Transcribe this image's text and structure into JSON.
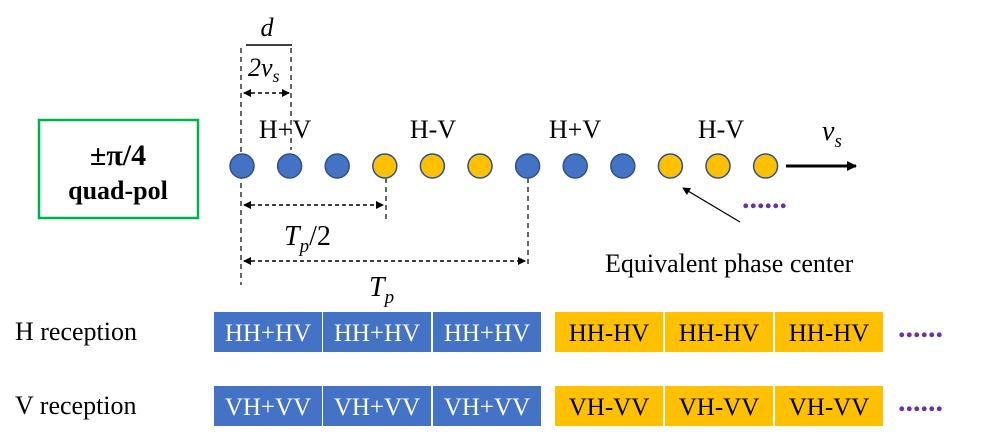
{
  "colors": {
    "blue": "#4472c4",
    "blue_stroke": "#2f528f",
    "yellow": "#ffc000",
    "yellow_stroke": "#2f528f",
    "green": "#00b050",
    "dots": "#7030a0",
    "text": "#000000",
    "box_text": "#ffffff"
  },
  "mode_box": {
    "line1": "±π/4",
    "line2": "quad-pol"
  },
  "delay_label": {
    "numerator": "d",
    "denominator_base": "2v",
    "denominator_sub": "s"
  },
  "velocity_label": {
    "base": "v",
    "sub": "s"
  },
  "group_labels": [
    "H+V",
    "H-V",
    "H+V",
    "H-V"
  ],
  "phase_center_colors": [
    "blue",
    "blue",
    "blue",
    "yellow",
    "yellow",
    "yellow",
    "blue",
    "blue",
    "blue",
    "yellow",
    "yellow",
    "yellow"
  ],
  "half_period_label": {
    "base": "T",
    "sub": "p",
    "suffix": "/2"
  },
  "period_label": {
    "base": "T",
    "sub": "p"
  },
  "equivalent_phase_center": "Equivalent phase center",
  "continuation_marker": "......",
  "rows": [
    {
      "label": "H reception",
      "cells": [
        {
          "text": "HH+HV",
          "color": "blue"
        },
        {
          "text": "HH+HV",
          "color": "blue"
        },
        {
          "text": "HH+HV",
          "color": "blue"
        },
        {
          "text": "HH-HV",
          "color": "yellow"
        },
        {
          "text": "HH-HV",
          "color": "yellow"
        },
        {
          "text": "HH-HV",
          "color": "yellow"
        }
      ],
      "trailing": "......"
    },
    {
      "label": "V reception",
      "cells": [
        {
          "text": "VH+VV",
          "color": "blue"
        },
        {
          "text": "VH+VV",
          "color": "blue"
        },
        {
          "text": "VH+VV",
          "color": "blue"
        },
        {
          "text": "VH-VV",
          "color": "yellow"
        },
        {
          "text": "VH-VV",
          "color": "yellow"
        },
        {
          "text": "VH-VV",
          "color": "yellow"
        }
      ],
      "trailing": "......"
    }
  ]
}
